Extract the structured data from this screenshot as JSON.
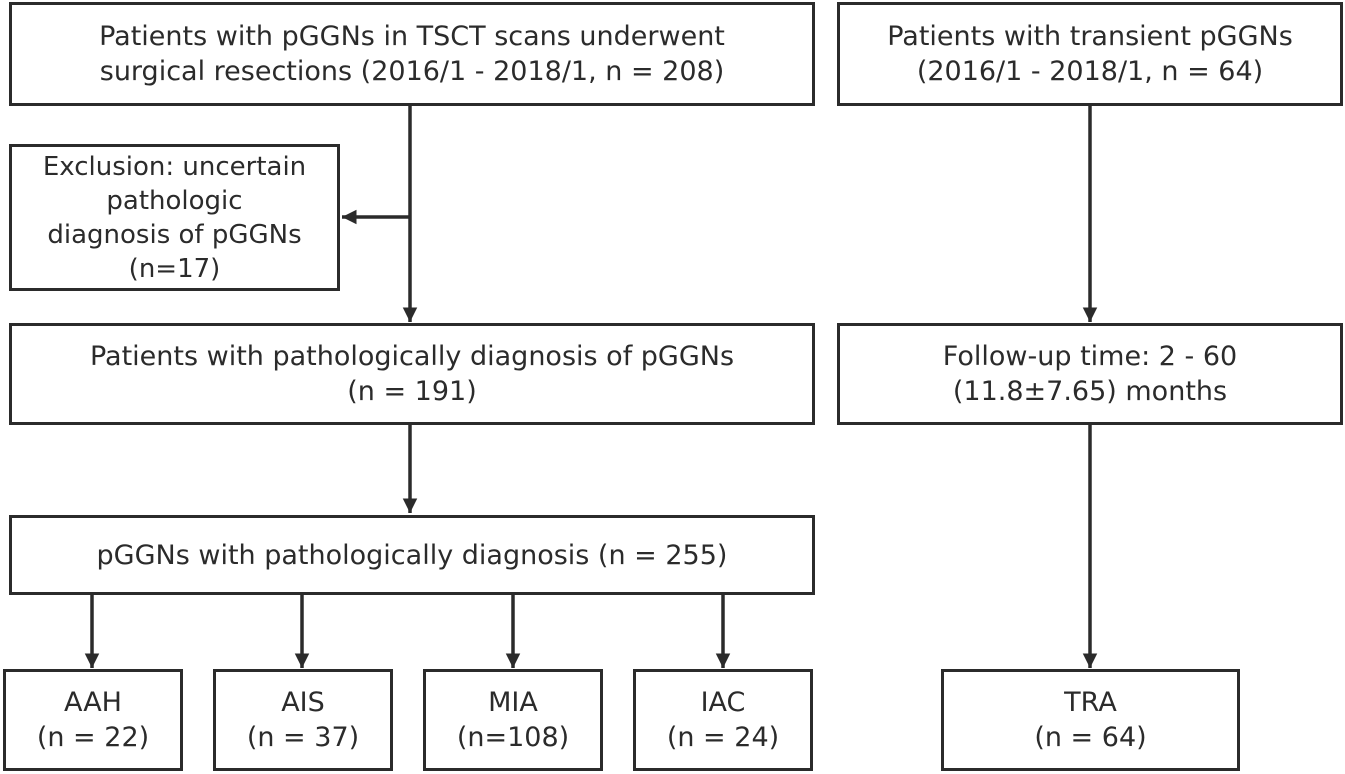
{
  "nodes": {
    "surgical": {
      "lines": [
        "Patients with pGGNs in  TSCT scans underwent",
        "surgical resections (2016/1 - 2018/1, n = 208)"
      ]
    },
    "exclusion": {
      "lines": [
        "Exclusion: uncertain",
        "pathologic",
        "diagnosis of pGGNs",
        "(n=17)"
      ]
    },
    "diagnosed_patients": {
      "lines": [
        "Patients with pathologically diagnosis of pGGNs",
        "(n = 191)"
      ]
    },
    "diagnosed_nodules": {
      "lines": [
        "pGGNs with pathologically diagnosis (n = 255)"
      ]
    },
    "aah": {
      "lines": [
        "AAH",
        "(n = 22)"
      ]
    },
    "ais": {
      "lines": [
        "AIS",
        "(n = 37)"
      ]
    },
    "mia": {
      "lines": [
        "MIA",
        "(n=108)"
      ]
    },
    "iac": {
      "lines": [
        "IAC",
        "(n = 24)"
      ]
    },
    "transient": {
      "lines": [
        "Patients with transient  pGGNs",
        "(2016/1 - 2018/1, n = 64)"
      ]
    },
    "followup": {
      "lines": [
        "Follow-up time: 2 - 60",
        "(11.8±7.65) months"
      ]
    },
    "tra": {
      "lines": [
        "TRA",
        "(n = 64)"
      ]
    }
  },
  "edges": [
    {
      "from": "surgical",
      "to": "diagnosed_patients"
    },
    {
      "from": "surgical",
      "to": "exclusion"
    },
    {
      "from": "diagnosed_patients",
      "to": "diagnosed_nodules"
    },
    {
      "from": "diagnosed_nodules",
      "to": "aah"
    },
    {
      "from": "diagnosed_nodules",
      "to": "ais"
    },
    {
      "from": "diagnosed_nodules",
      "to": "mia"
    },
    {
      "from": "diagnosed_nodules",
      "to": "iac"
    },
    {
      "from": "transient",
      "to": "followup"
    },
    {
      "from": "followup",
      "to": "tra"
    }
  ],
  "colors": {
    "stroke": "#2b2b2b",
    "background": "#ffffff"
  }
}
